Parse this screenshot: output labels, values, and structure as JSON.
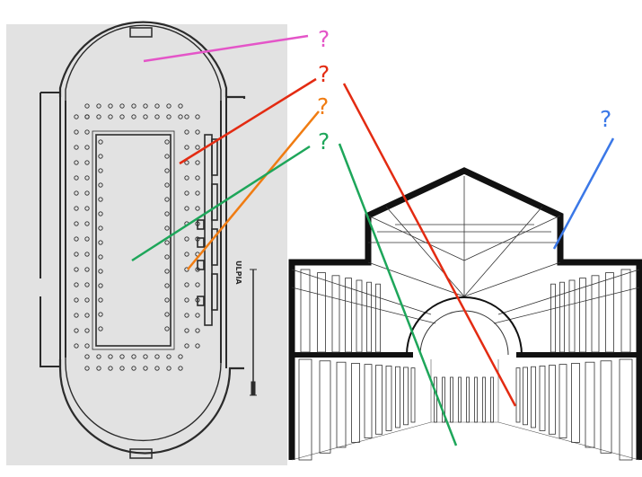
{
  "plan": {
    "label": "ULPIA",
    "background": "#e2e2e2",
    "ink": "#2b2b2b"
  },
  "section": {
    "background": "#ffffff",
    "ink": "#111111"
  },
  "callouts": [
    {
      "name": "callout-magenta",
      "label": "?",
      "color": "#e455c8"
    },
    {
      "name": "callout-red",
      "label": "?",
      "color": "#e32b12"
    },
    {
      "name": "callout-orange",
      "label": "?",
      "color": "#f07c12"
    },
    {
      "name": "callout-green",
      "label": "?",
      "color": "#1ea65a"
    },
    {
      "name": "callout-blue",
      "label": "?",
      "color": "#3b78e7"
    }
  ]
}
